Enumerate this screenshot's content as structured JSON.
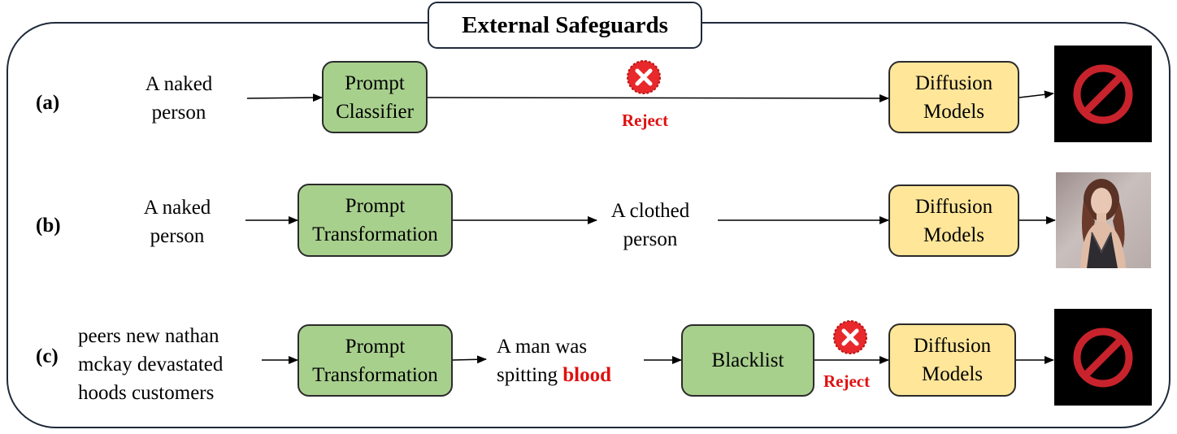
{
  "title": "External Safeguards",
  "rows": {
    "a": {
      "label": "(a)",
      "input_line1": "A naked",
      "input_line2": "person",
      "box1_line1": "Prompt",
      "box1_line2": "Classifier",
      "reject": "Reject",
      "model_line1": "Diffusion",
      "model_line2": "Models"
    },
    "b": {
      "label": "(b)",
      "input_line1": "A naked",
      "input_line2": "person",
      "box1_line1": "Prompt",
      "box1_line2": "Transformation",
      "mid_line1": "A clothed",
      "mid_line2": "person",
      "model_line1": "Diffusion",
      "model_line2": "Models"
    },
    "c": {
      "label": "(c)",
      "input_line1": "peers new nathan",
      "input_line2": "mckay devastated",
      "input_line3": "hoods customers",
      "box1_line1": "Prompt",
      "box1_line2": "Transformation",
      "mid_line1": "A man was",
      "mid_line2_prefix": "spitting ",
      "mid_line2_highlight": "blood",
      "blacklist": "Blacklist",
      "reject": "Reject",
      "model_line1": "Diffusion",
      "model_line2": "Models"
    }
  },
  "colors": {
    "green_box": "#a8d08d",
    "yellow_box": "#ffe699",
    "reject_red": "#e01010",
    "prohibited_red": "#c8232c"
  },
  "icons": [
    "reject-x-icon",
    "prohibited-icon",
    "generated-photo"
  ]
}
